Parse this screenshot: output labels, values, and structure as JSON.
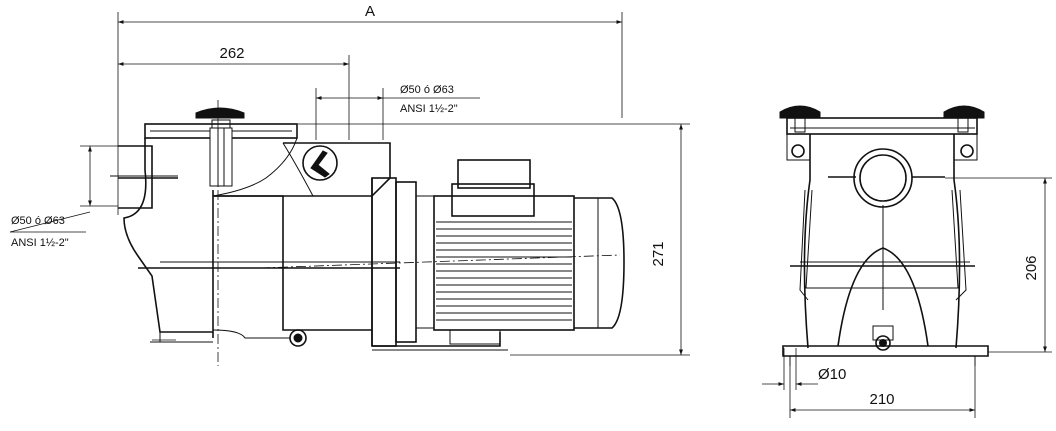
{
  "front_view": {
    "dim_overall": "A",
    "dim_inlet_center": "262",
    "dim_height": "271",
    "outlet_callout": {
      "line1": "Ø50 ó Ø63",
      "line2": "ANSI 1½-2\""
    },
    "inlet_callout": {
      "line1": "Ø50 ó Ø63",
      "line2": "ANSI 1½-2\""
    }
  },
  "side_view": {
    "dim_height": "206",
    "dim_hole": "Ø10",
    "dim_width": "210"
  }
}
